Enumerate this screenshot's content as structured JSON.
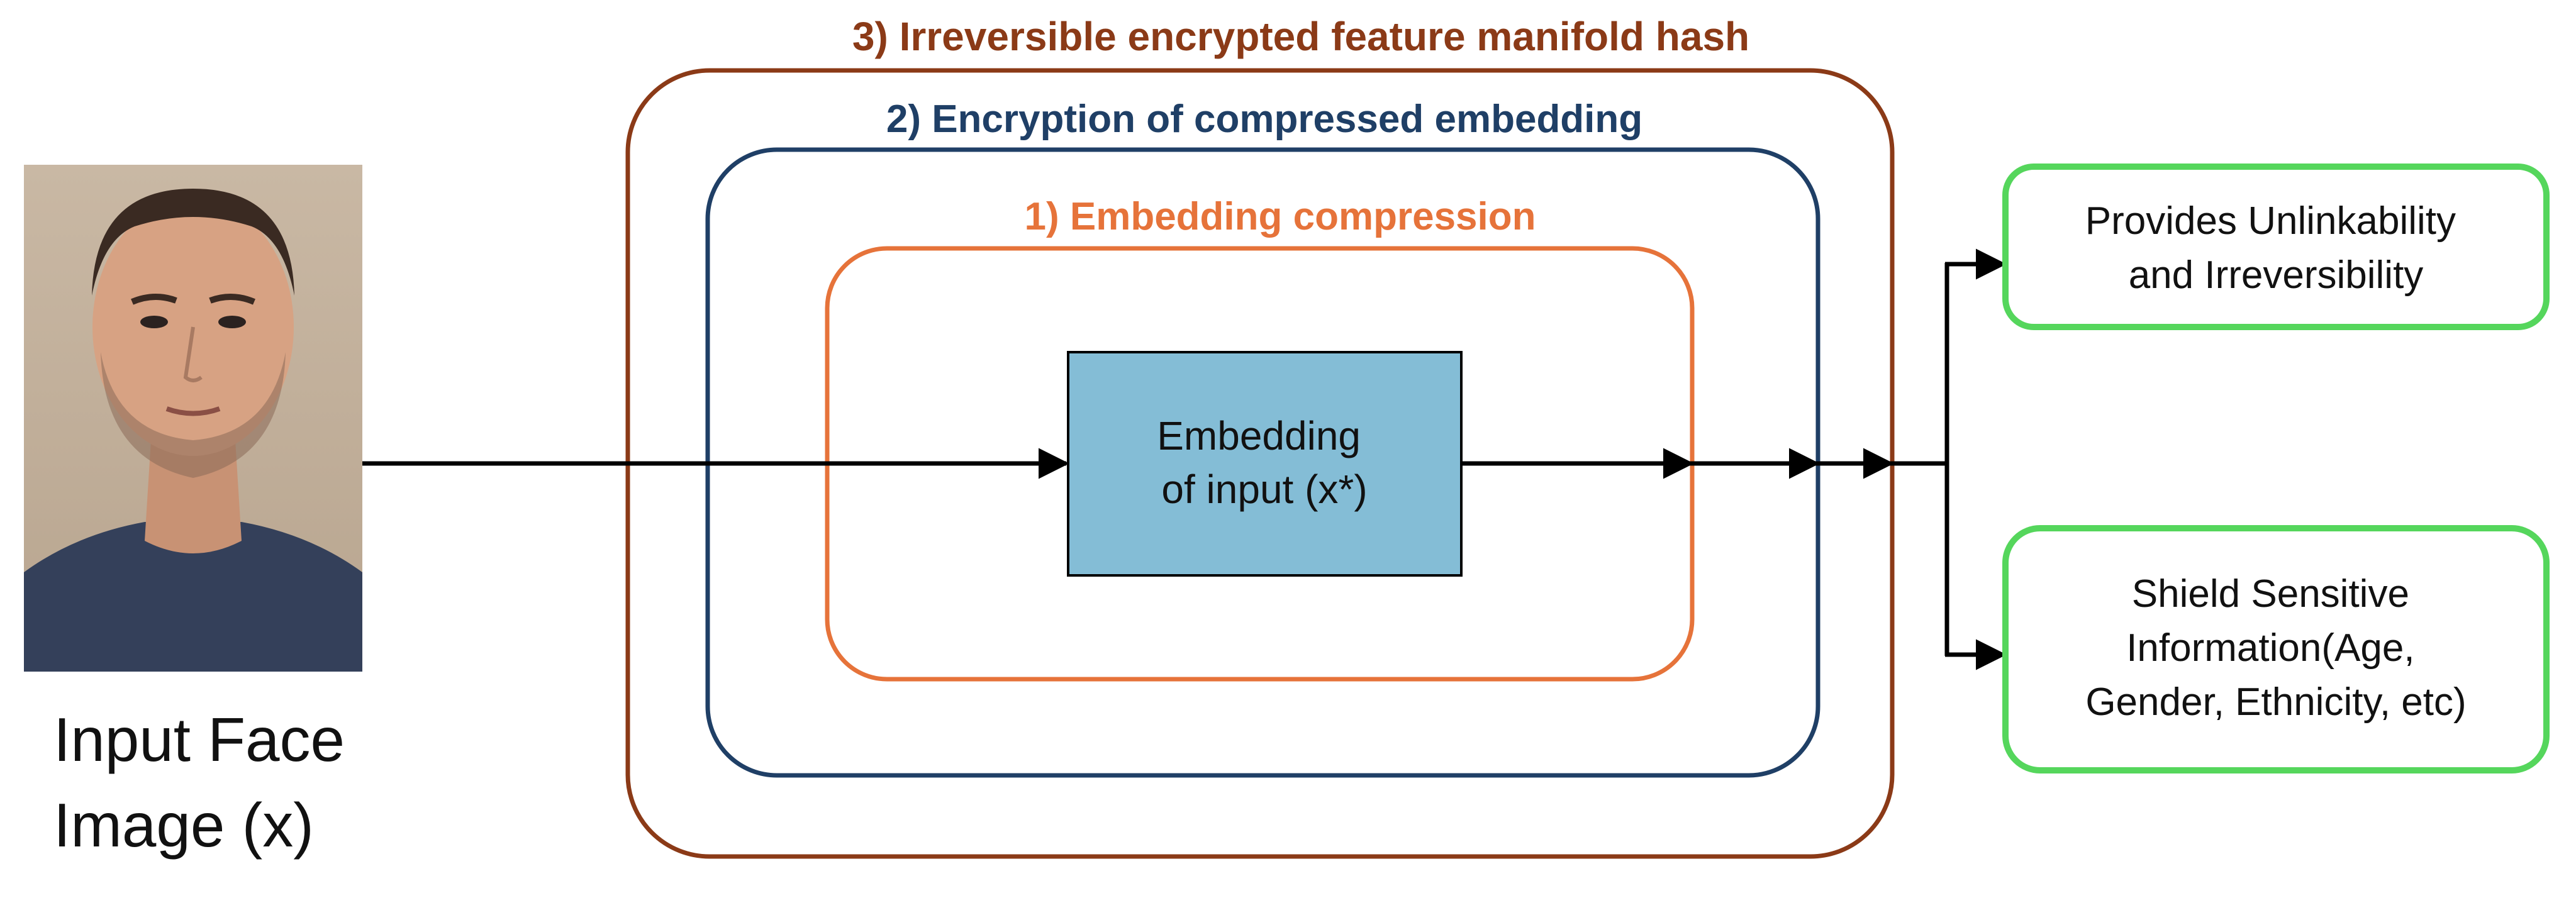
{
  "input": {
    "caption_lines": [
      "Input Face",
      "Image (x)"
    ]
  },
  "layers": {
    "outer_title": "3) Irreversible encrypted feature manifold hash",
    "middle_title": "2) Encryption of compressed embedding",
    "inner_title": "1) Embedding compression"
  },
  "embedding": {
    "lines": [
      "Embedding",
      "of input (x*)"
    ]
  },
  "outputs": [
    {
      "lines": [
        "Provides Unlinkability",
        "and Irreversibility"
      ]
    },
    {
      "lines": [
        "Shield Sensitive",
        "Information(Age,",
        "Gender, Ethnicity, etc)"
      ]
    }
  ],
  "colors": {
    "outer_border": "#8B3A17",
    "middle_border": "#1F3F66",
    "inner_border": "#E6733A",
    "embedding_fill": "#84BDD6",
    "output_border": "#55D65C",
    "arrow": "#000000"
  },
  "icons": {
    "face_photo": "portrait-photo-icon"
  }
}
